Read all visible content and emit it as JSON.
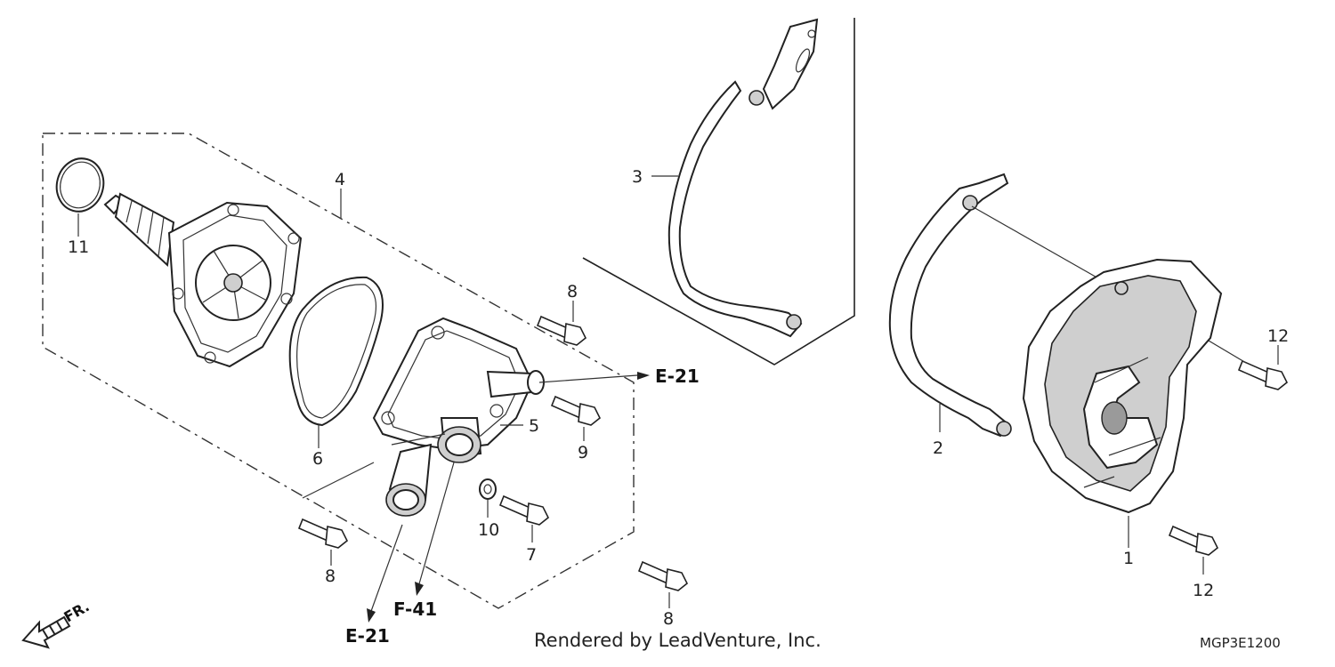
{
  "diagram": {
    "part_labels": {
      "p1": "1",
      "p2": "2",
      "p3": "3",
      "p4": "4",
      "p5": "5",
      "p6": "6",
      "p7": "7",
      "p8a": "8",
      "p8b": "8",
      "p8c": "8",
      "p9": "9",
      "p10": "10",
      "p11": "11",
      "p12a": "12",
      "p12b": "12"
    },
    "references": {
      "e21_top": "E-21",
      "e21_bottom": "E-21",
      "f41": "F-41"
    },
    "front_marker": "FR."
  },
  "footer": {
    "credit": "Rendered by LeadVenture, Inc.",
    "code": "MGP3E1200"
  },
  "colors": {
    "line": "#222222",
    "shade": "#cfcfcf",
    "background": "#ffffff"
  }
}
